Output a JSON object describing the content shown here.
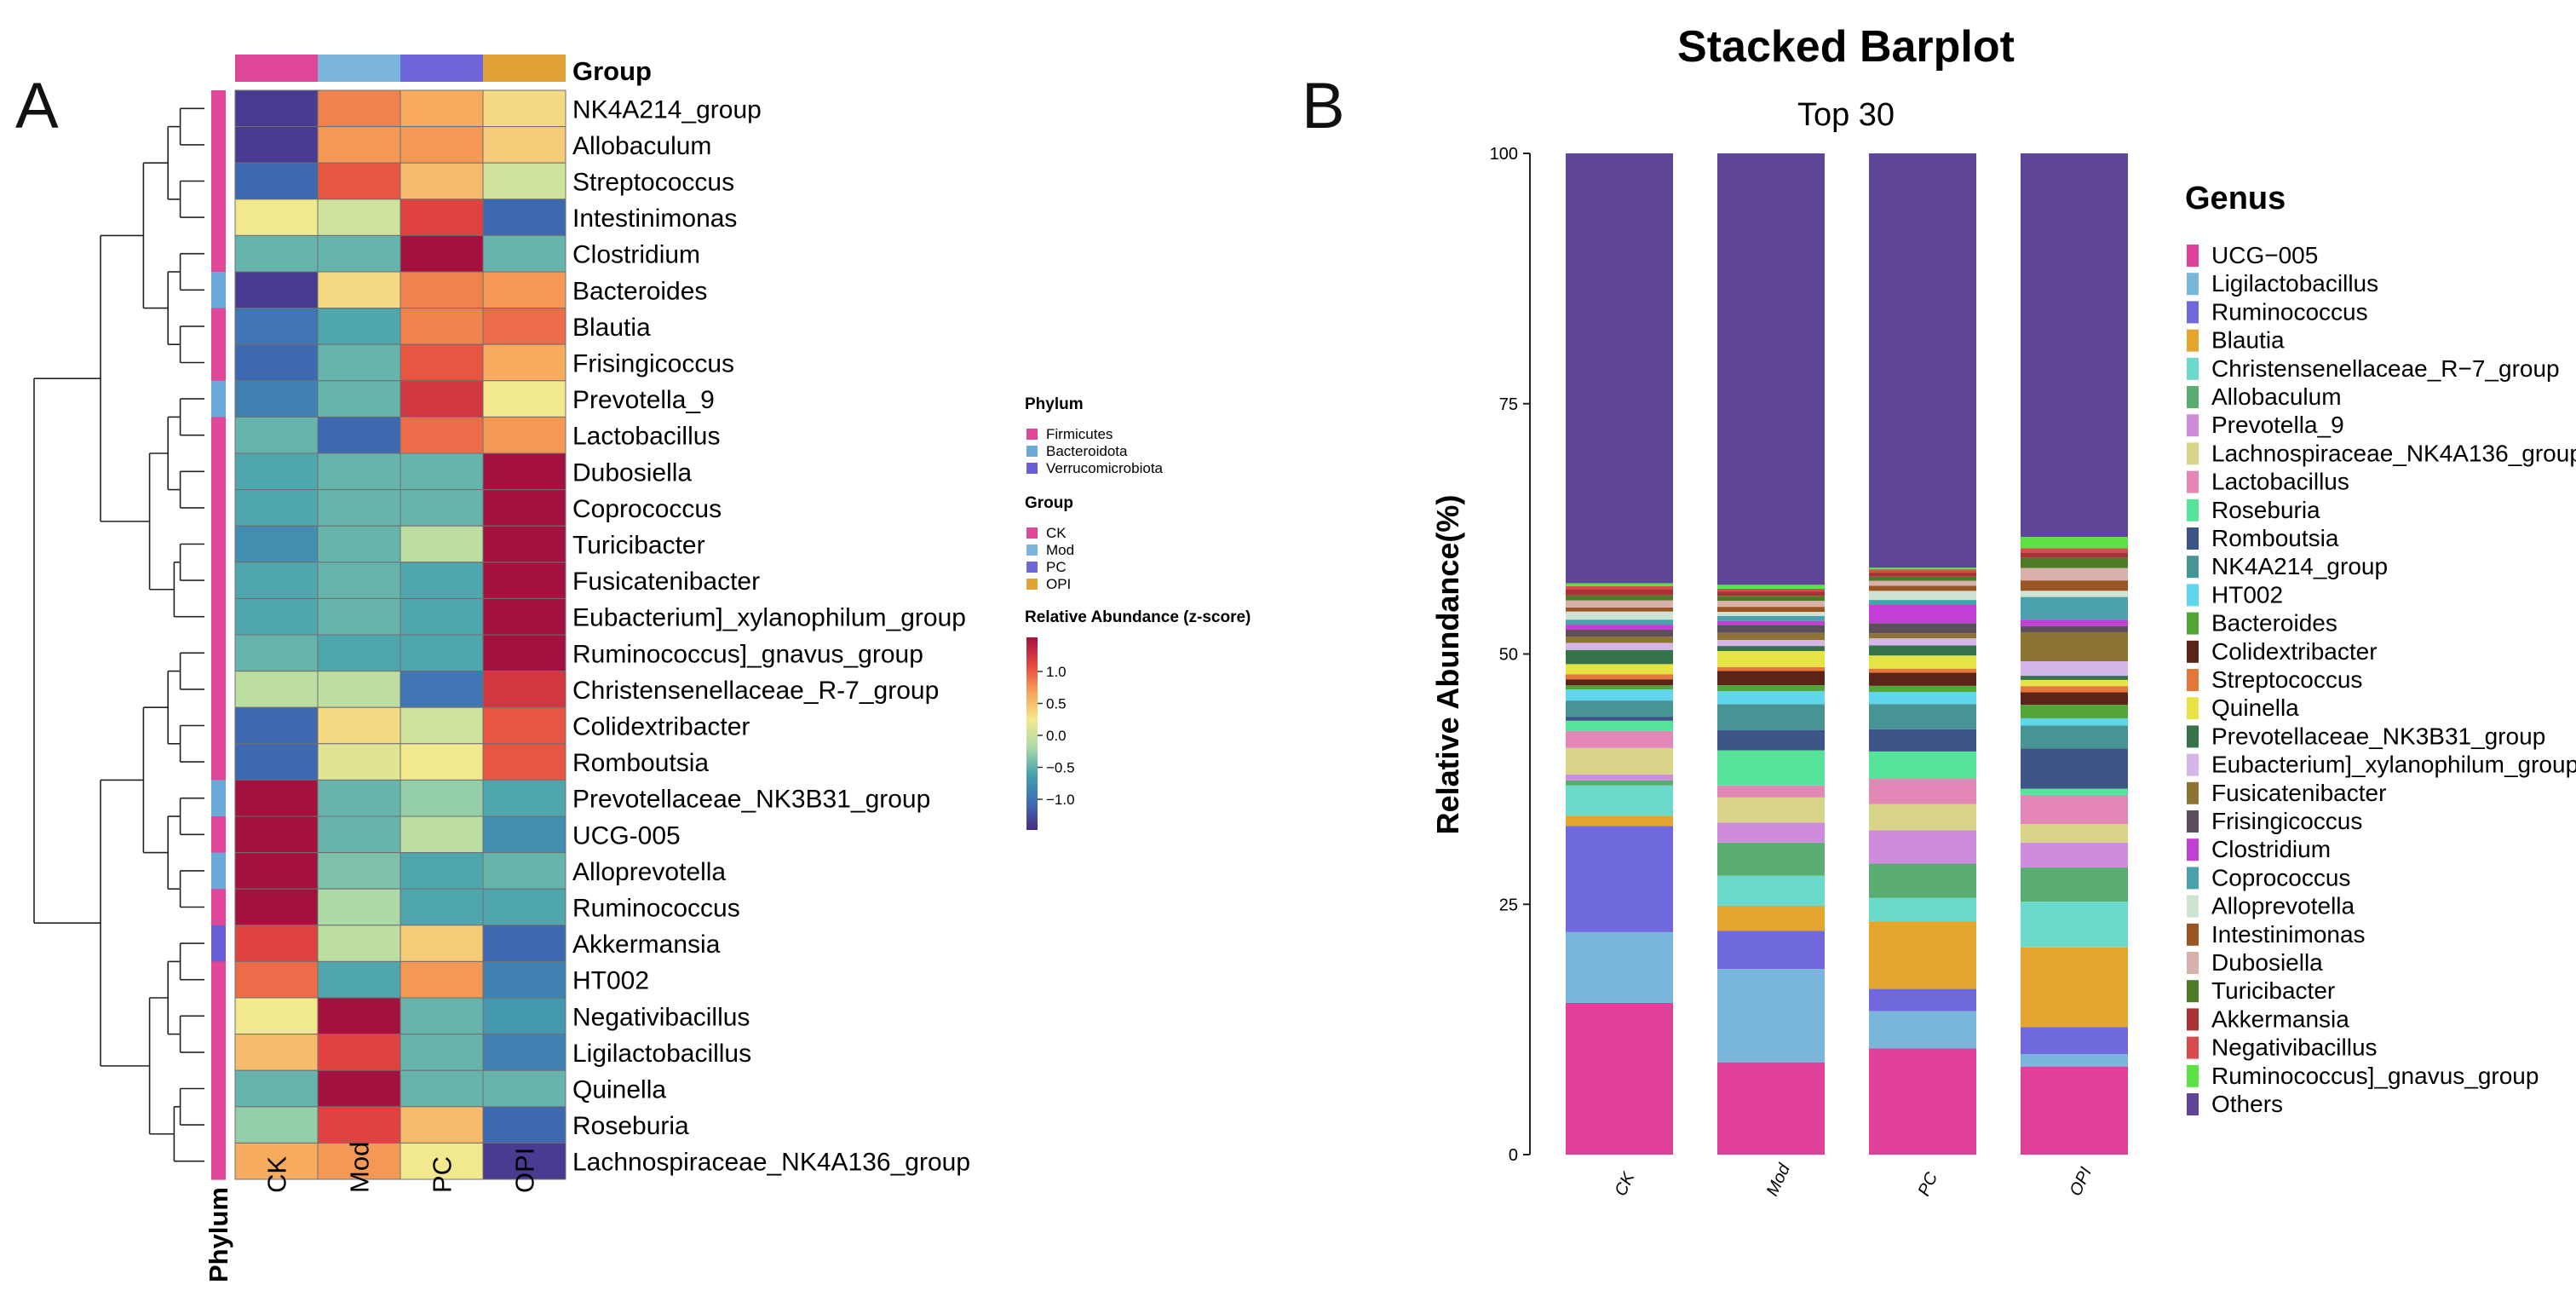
{
  "panels": {
    "a": "A",
    "b": "B"
  },
  "colors": {
    "phylum": {
      "Firmicutes": "#e14798",
      "Bacteroidota": "#6aa9d8",
      "Verrucomicrobiota": "#6a5fd6"
    },
    "group": {
      "CK": "#e14798",
      "Mod": "#7bb4dc",
      "PC": "#6e66d9",
      "OPI": "#e3a235"
    },
    "scale": [
      "#4b2c86",
      "#3d6db4",
      "#46a0ae",
      "#a9dba8",
      "#f4e88d",
      "#f7a45a",
      "#e4473f",
      "#a3123f"
    ]
  },
  "heatmap": {
    "group_header": "Group",
    "phylum_label": "Phylum",
    "columns": [
      "CK",
      "Mod",
      "PC",
      "OPI"
    ],
    "column_groups": [
      "CK",
      "Mod",
      "PC",
      "OPI"
    ],
    "rows": [
      "NK4A214_group",
      "Allobaculum",
      "Streptococcus",
      "Intestinimonas",
      "Clostridium",
      "Bacteroides",
      "Blautia",
      "Frisingicoccus",
      "Prevotella_9",
      "Lactobacillus",
      "Dubosiella",
      "Coprococcus",
      "Turicibacter",
      "Fusicatenibacter",
      "Eubacterium]_xylanophilum_group",
      "Ruminococcus]_gnavus_group",
      "Christensenellaceae_R-7_group",
      "Colidextribacter",
      "Romboutsia",
      "Prevotellaceae_NK3B31_group",
      "UCG-005",
      "Alloprevotella",
      "Ruminococcus",
      "Akkermansia",
      "HT002",
      "Negativibacillus",
      "Ligilactobacillus",
      "Quinella",
      "Roseburia",
      "Lachnospiraceae_NK4A136_group"
    ],
    "row_phylum": [
      "Firmicutes",
      "Firmicutes",
      "Firmicutes",
      "Firmicutes",
      "Firmicutes",
      "Bacteroidota",
      "Firmicutes",
      "Firmicutes",
      "Bacteroidota",
      "Firmicutes",
      "Firmicutes",
      "Firmicutes",
      "Firmicutes",
      "Firmicutes",
      "Firmicutes",
      "Firmicutes",
      "Firmicutes",
      "Firmicutes",
      "Firmicutes",
      "Bacteroidota",
      "Firmicutes",
      "Bacteroidota",
      "Firmicutes",
      "Verrucomicrobiota",
      "Firmicutes",
      "Firmicutes",
      "Firmicutes",
      "Firmicutes",
      "Firmicutes",
      "Firmicutes"
    ],
    "values": [
      [
        -1.4,
        0.8,
        0.6,
        0.3
      ],
      [
        -1.4,
        0.7,
        0.7,
        0.4
      ],
      [
        -1.1,
        1.0,
        0.5,
        0.0
      ],
      [
        0.2,
        0.0,
        1.1,
        -1.1
      ],
      [
        -0.5,
        -0.5,
        1.5,
        -0.5
      ],
      [
        -1.4,
        0.3,
        0.8,
        0.7
      ],
      [
        -1.0,
        -0.6,
        0.8,
        0.9
      ],
      [
        -1.1,
        -0.5,
        1.0,
        0.6
      ],
      [
        -0.9,
        -0.5,
        1.2,
        0.2
      ],
      [
        -0.5,
        -1.1,
        0.9,
        0.7
      ],
      [
        -0.6,
        -0.5,
        -0.5,
        1.5
      ],
      [
        -0.6,
        -0.5,
        -0.5,
        1.5
      ],
      [
        -0.8,
        -0.5,
        -0.1,
        1.5
      ],
      [
        -0.6,
        -0.5,
        -0.6,
        1.5
      ],
      [
        -0.6,
        -0.5,
        -0.6,
        1.5
      ],
      [
        -0.5,
        -0.6,
        -0.6,
        1.5
      ],
      [
        -0.1,
        -0.1,
        -1.0,
        1.2
      ],
      [
        -1.1,
        0.3,
        0.0,
        1.0
      ],
      [
        -1.1,
        0.1,
        0.2,
        1.0
      ],
      [
        1.5,
        -0.5,
        -0.3,
        -0.6
      ],
      [
        1.5,
        -0.5,
        -0.1,
        -0.8
      ],
      [
        1.5,
        -0.4,
        -0.6,
        -0.5
      ],
      [
        1.5,
        -0.2,
        -0.6,
        -0.6
      ],
      [
        1.1,
        -0.1,
        0.4,
        -1.1
      ],
      [
        0.9,
        -0.6,
        0.7,
        -0.9
      ],
      [
        0.2,
        1.5,
        -0.5,
        -0.7
      ],
      [
        0.5,
        1.1,
        -0.5,
        -0.9
      ],
      [
        -0.5,
        1.5,
        -0.5,
        -0.5
      ],
      [
        -0.3,
        1.1,
        0.5,
        -1.1
      ],
      [
        0.6,
        0.7,
        0.2,
        -1.4
      ]
    ],
    "legend": {
      "phylum_title": "Phylum",
      "phylum_items": [
        "Firmicutes",
        "Bacteroidota",
        "Verrucomicrobiota"
      ],
      "group_title": "Group",
      "group_items": [
        "CK",
        "Mod",
        "PC",
        "OPI"
      ],
      "scale_title": "Relative Abundance (z-score)",
      "scale_ticks": [
        "1.0",
        "0.5",
        "0.0",
        "−0.5",
        "−1.0"
      ]
    }
  },
  "chart_data": [
    {
      "type": "heatmap",
      "x": [
        "CK",
        "Mod",
        "PC",
        "OPI"
      ],
      "y": [
        "NK4A214_group",
        "Allobaculum",
        "Streptococcus",
        "Intestinimonas",
        "Clostridium",
        "Bacteroides",
        "Blautia",
        "Frisingicoccus",
        "Prevotella_9",
        "Lactobacillus",
        "Dubosiella",
        "Coprococcus",
        "Turicibacter",
        "Fusicatenibacter",
        "Eubacterium]_xylanophilum_group",
        "Ruminococcus]_gnavus_group",
        "Christensenellaceae_R-7_group",
        "Colidextribacter",
        "Romboutsia",
        "Prevotellaceae_NK3B31_group",
        "UCG-005",
        "Alloprevotella",
        "Ruminococcus",
        "Akkermansia",
        "HT002",
        "Negativibacillus",
        "Ligilactobacillus",
        "Quinella",
        "Roseburia",
        "Lachnospiraceae_NK4A136_group"
      ],
      "color_scale": "Relative Abundance (z-score)",
      "value_range": [
        -1.5,
        1.5
      ]
    },
    {
      "type": "bar",
      "stacked": true,
      "title": "Stacked Barplot",
      "subtitle": "Top 30",
      "ylabel": "Relative Abundance(%)",
      "ylim": [
        0,
        100
      ],
      "yticks": [
        "0",
        "25",
        "50",
        "75",
        "100"
      ],
      "legend_title": "Genus",
      "legend_position": "right",
      "categories": [
        "CK",
        "Mod",
        "PC",
        "OPI"
      ],
      "series": [
        {
          "name": "UCG−005",
          "color": "#e0409a",
          "values": [
            15.0,
            9.2,
            10.5,
            8.5
          ]
        },
        {
          "name": "Ligilactobacillus",
          "color": "#78b6dc",
          "values": [
            7.0,
            9.3,
            3.7,
            1.2
          ]
        },
        {
          "name": "Ruminococcus",
          "color": "#7069de",
          "values": [
            10.5,
            3.8,
            2.2,
            2.6
          ]
        },
        {
          "name": "Blautia",
          "color": "#e4a52f",
          "values": [
            1.0,
            2.5,
            6.7,
            7.7
          ]
        },
        {
          "name": "Christensenellaceae_R−7_group",
          "color": "#6cdacb",
          "values": [
            3.0,
            3.0,
            2.3,
            4.4
          ]
        },
        {
          "name": "Allobaculum",
          "color": "#59ad70",
          "values": [
            0.5,
            3.3,
            3.4,
            3.3
          ]
        },
        {
          "name": "Prevotella_9",
          "color": "#d08cdc",
          "values": [
            0.6,
            2.0,
            3.3,
            2.4
          ]
        },
        {
          "name": "Lachnospiraceae_NK4A136_group",
          "color": "#d8d48a",
          "values": [
            2.6,
            2.5,
            2.6,
            1.8
          ]
        },
        {
          "name": "Lactobacillus",
          "color": "#e387b7",
          "values": [
            1.7,
            1.2,
            2.5,
            2.8
          ]
        },
        {
          "name": "Roseburia",
          "color": "#56e49a",
          "values": [
            1.0,
            3.5,
            2.7,
            0.6
          ]
        },
        {
          "name": "Romboutsia",
          "color": "#3d5687",
          "values": [
            0.4,
            2.0,
            2.2,
            3.9
          ]
        },
        {
          "name": "NK4A214_group",
          "color": "#479494",
          "values": [
            1.6,
            2.6,
            2.5,
            2.2
          ]
        },
        {
          "name": "HT002",
          "color": "#5fd6ec",
          "values": [
            1.1,
            1.3,
            1.2,
            0.7
          ]
        },
        {
          "name": "Bacteroides",
          "color": "#53a538",
          "values": [
            0.4,
            0.6,
            0.6,
            1.3
          ]
        },
        {
          "name": "Colidextribacter",
          "color": "#5c2318",
          "values": [
            0.6,
            1.4,
            1.3,
            1.2
          ]
        },
        {
          "name": "Streptococcus",
          "color": "#e5773a",
          "values": [
            0.5,
            0.4,
            0.4,
            0.6
          ]
        },
        {
          "name": "Quinella",
          "color": "#e6e445",
          "values": [
            1.0,
            1.6,
            1.3,
            0.6
          ]
        },
        {
          "name": "Prevotellaceae_NK3B31_group",
          "color": "#37734a",
          "values": [
            1.4,
            0.5,
            1.0,
            0.4
          ]
        },
        {
          "name": "Eubacterium]_xylanophilum_group",
          "color": "#d4b7e8",
          "values": [
            0.7,
            0.6,
            0.7,
            1.4
          ]
        },
        {
          "name": "Fusicatenibacter",
          "color": "#8d7433",
          "values": [
            0.6,
            0.7,
            0.5,
            2.8
          ]
        },
        {
          "name": "Frisingicoccus",
          "color": "#5c4f5b",
          "values": [
            0.7,
            0.8,
            1.0,
            0.6
          ]
        },
        {
          "name": "Clostridium",
          "color": "#c23fd5",
          "values": [
            0.5,
            0.4,
            1.8,
            0.6
          ]
        },
        {
          "name": "Coprococcus",
          "color": "#4aa0ad",
          "values": [
            0.5,
            0.5,
            0.5,
            2.2
          ]
        },
        {
          "name": "Alloprevotella",
          "color": "#cfe3d4",
          "values": [
            0.8,
            0.4,
            0.9,
            0.6
          ]
        },
        {
          "name": "Intestinimonas",
          "color": "#9a5524",
          "values": [
            0.4,
            0.5,
            0.5,
            1.0
          ]
        },
        {
          "name": "Dubosiella",
          "color": "#d9b1ac",
          "values": [
            0.7,
            0.6,
            0.5,
            1.2
          ]
        },
        {
          "name": "Turicibacter",
          "color": "#4f7a28",
          "values": [
            0.5,
            0.5,
            0.4,
            1.0
          ]
        },
        {
          "name": "Akkermansia",
          "color": "#a83235",
          "values": [
            0.6,
            0.4,
            0.4,
            0.5
          ]
        },
        {
          "name": "Negativibacillus",
          "color": "#d84a4e",
          "values": [
            0.3,
            0.3,
            0.3,
            0.4
          ]
        },
        {
          "name": "Ruminococcus]_gnavus_group",
          "color": "#5ce244",
          "values": [
            0.3,
            0.4,
            0.2,
            1.1
          ]
        },
        {
          "name": "Others",
          "color": "#5e4598",
          "values": [
            42.5,
            43.0,
            41.0,
            37.0
          ]
        }
      ]
    }
  ]
}
